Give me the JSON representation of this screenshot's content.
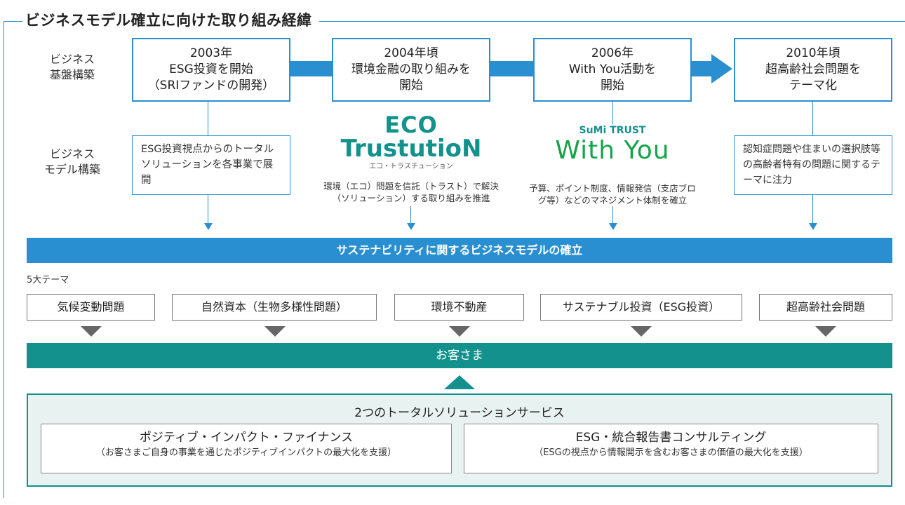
{
  "title": "ビジネスモデル確立に向けた取り組み経緯",
  "row_labels": {
    "business_base": [
      "ビジネス",
      "基盤構築"
    ],
    "business_model": [
      "ビジネス",
      "モデル構築"
    ]
  },
  "phases": [
    {
      "line1": "2003年",
      "line2": "ESG投資を開始",
      "line3": "（SRIファンドの開発）"
    },
    {
      "line1": "2004年頃",
      "line2": "環境金融の取り組みを",
      "line3": "開始"
    },
    {
      "line1": "2006年",
      "line2": "With You活動を",
      "line3": "開始"
    },
    {
      "line1": "2010年頃",
      "line2": "超高齢社会問題を",
      "line3": "テーマ化"
    }
  ],
  "model_descriptions": {
    "esg": "ESG投資視点からのトータルソリューションを各事業で展開",
    "eco": [
      "環境（エコ）問題を信託（トラスト）で解決",
      "（ソリューション）する取り組みを推進"
    ],
    "withyou": [
      "予算、ポイント制度、情報発信（支店ブロ",
      "グ等）などのマネジメント体制を確立"
    ],
    "aging": "認知症問題や住まいの選択肢等の高齢者特有の問題に関するテーマに注力"
  },
  "logos": {
    "eco_top": "ECO",
    "eco_main": "TrustutioN",
    "eco_kana": "エコ・トラスチューション",
    "withyou_top": "SuMi TRUST",
    "withyou_main": "With You"
  },
  "sustainability_band": "サステナビリティに関するビジネスモデルの確立",
  "themes_label": "5大テーマ",
  "themes": [
    "気候変動問題",
    "自然資本（生物多様性問題）",
    "環境不動産",
    "サステナブル投資（ESG投資）",
    "超高齢社会問題"
  ],
  "customer_band": "お客さま",
  "services": {
    "heading": "2つのトータルソリューションサービス",
    "items": [
      {
        "title": "ポジティブ・インパクト・ファイナンス",
        "sub": "（お客さまご自身の事業を通じたポジティブインパクトの最大化を支援）"
      },
      {
        "title": "ESG・統合報告書コンサルティング",
        "sub": "（ESGの視点から情報開示を含むお客さまの価値の最大化を支援）"
      }
    ]
  },
  "colors": {
    "blue": "#2a8fd0",
    "teal": "#13918c",
    "pale_teal": "#e8f2f1",
    "gray_triangle": "#666666"
  }
}
